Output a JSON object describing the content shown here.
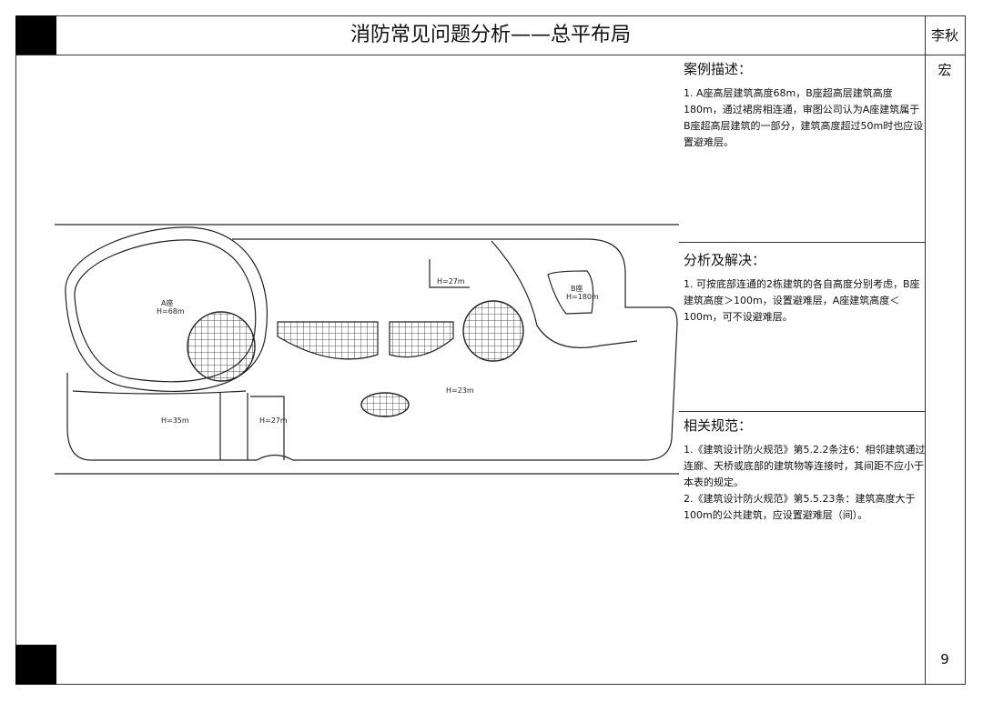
{
  "header": {
    "title": "消防常见问题分析——总平布局",
    "author": "李秋宏",
    "page_number": "9"
  },
  "case": {
    "heading": "案例描述：",
    "text": "1. A座高层建筑高度68m，B座超高层建筑高度180m，通过裙房相连通，审图公司认为A座建筑属于B座超高层建筑的一部分，建筑高度超过50m时也应设置避难层。"
  },
  "analysis": {
    "heading": "分析及解决：",
    "text": "1. 可按底部连通的2栋建筑的各自高度分别考虑，B座建筑高度＞100m，设置避难层，A座建筑高度＜100m，可不设避难层。"
  },
  "norms": {
    "heading": "相关规范：",
    "items": [
      "1.《建筑设计防火规范》第5.2.2条注6：相邻建筑通过连廊、天桥或底部的建筑物等连接时，其间距不应小于本表的规定。",
      "2.《建筑设计防火规范》第5.5.23条：建筑高度大于100m的公共建筑，应设置避难层（间）。"
    ]
  },
  "plan": {
    "tower_a": "A座",
    "tower_a_height": "H=68m",
    "tower_b": "B座",
    "tower_b_height": "H=180m",
    "h27_top": "H=27m",
    "h23": "H=23m",
    "h35": "H=35m",
    "h27_bottom": "H=27m"
  }
}
